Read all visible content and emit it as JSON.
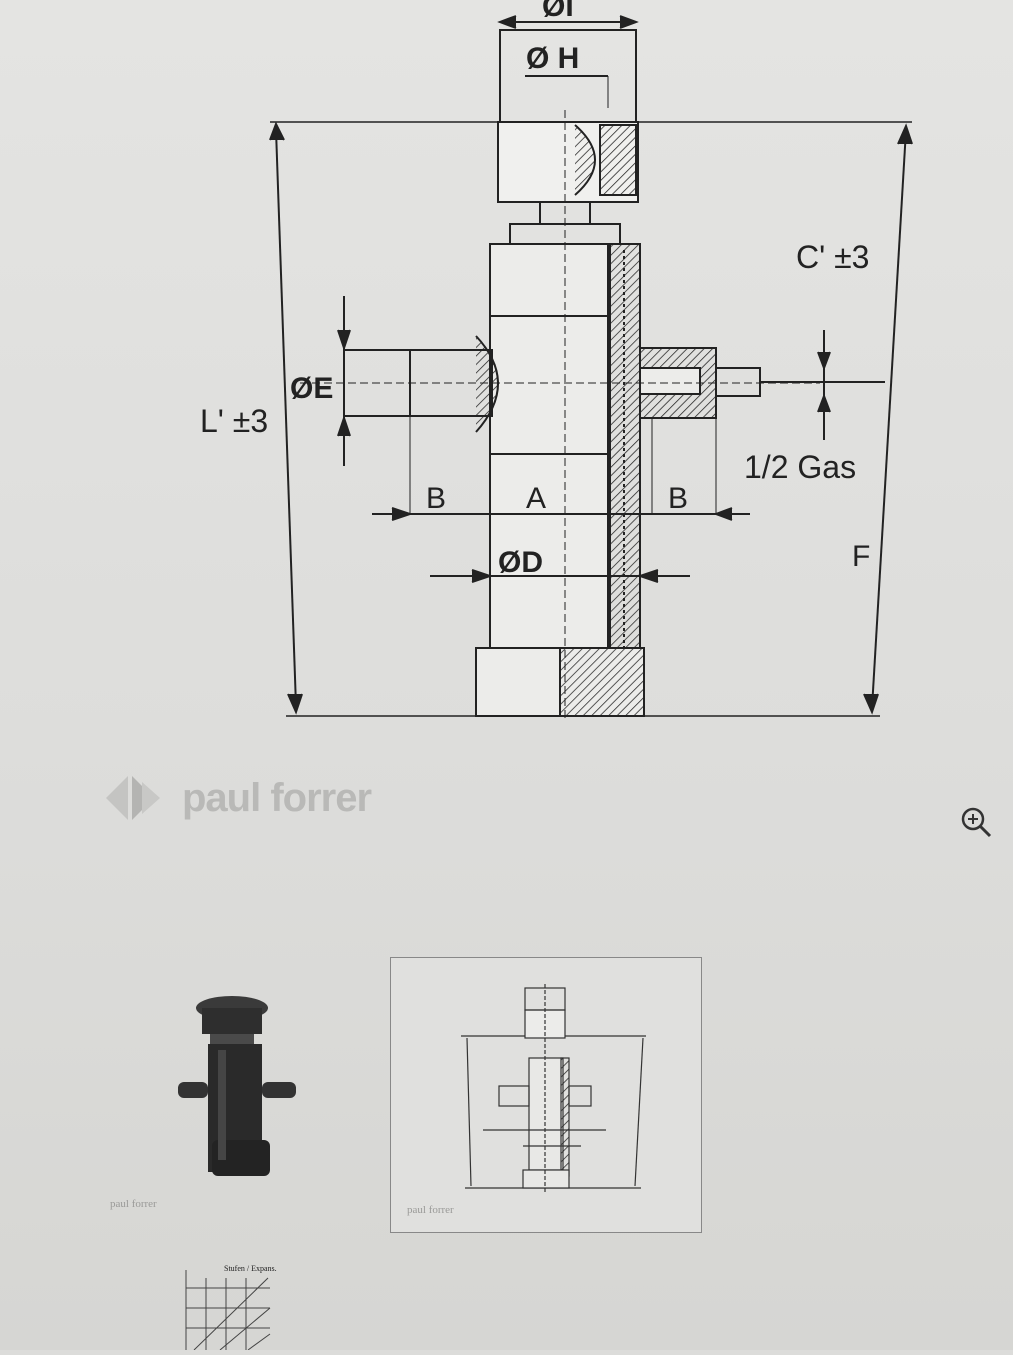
{
  "drawing": {
    "labels": {
      "dia_i": "ØI",
      "dia_h": "Ø H",
      "dia_e": "ØE",
      "dia_d": "ØD",
      "dim_a": "A",
      "dim_b_left": "B",
      "dim_b_right": "B",
      "dim_c": "C' ±3",
      "dim_l": "L' ±3",
      "dim_f": "F",
      "thread": "1/2 Gas"
    }
  },
  "brand": {
    "name": "paul forrer"
  },
  "thumbnails": [
    {
      "id": "product-photo",
      "brand": "paul forrer"
    },
    {
      "id": "technical-drawing",
      "brand": "paul forrer"
    },
    {
      "id": "stroke-chart",
      "title": "Stufen / Expans."
    }
  ],
  "colors": {
    "background": "#dddddb",
    "line": "#222222",
    "logo": "#b9b9b7"
  },
  "icons": {
    "zoom": "zoom-in-icon"
  }
}
